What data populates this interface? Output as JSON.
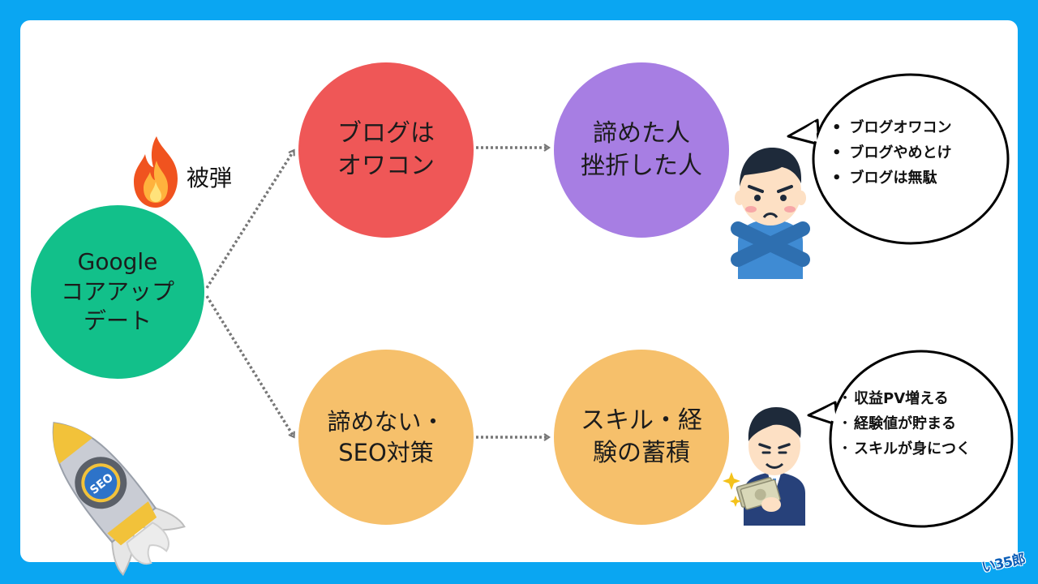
{
  "start_node": {
    "lines": [
      "Google",
      "コアアップ",
      "デート"
    ]
  },
  "hit_label": "被弾",
  "top_branch": {
    "node1": {
      "lines": [
        "ブログは",
        "オワコン"
      ]
    },
    "node2": {
      "lines": [
        "諦めた人",
        "挫折した人"
      ]
    },
    "bubble": [
      "ブログオワコン",
      "ブログやめとけ",
      "ブログは無駄"
    ]
  },
  "bottom_branch": {
    "node1": {
      "lines": [
        "諦めない・",
        "SEO対策"
      ]
    },
    "node2": {
      "lines": [
        "スキル・経",
        "験の蓄積"
      ]
    },
    "bubble": [
      "収益PV増える",
      "経験値が貯まる",
      "スキルが身につく"
    ]
  },
  "rocket_badge": "SEO",
  "logo": "い35郎",
  "colors": {
    "background": "#0aa6f2",
    "start": "#12c08a",
    "negative": "#ef5757",
    "negative_result": "#a77ee3",
    "positive": "#f6c06b"
  },
  "icons": [
    "fire-icon",
    "rocket-icon",
    "angry-man-icon",
    "money-man-icon"
  ]
}
